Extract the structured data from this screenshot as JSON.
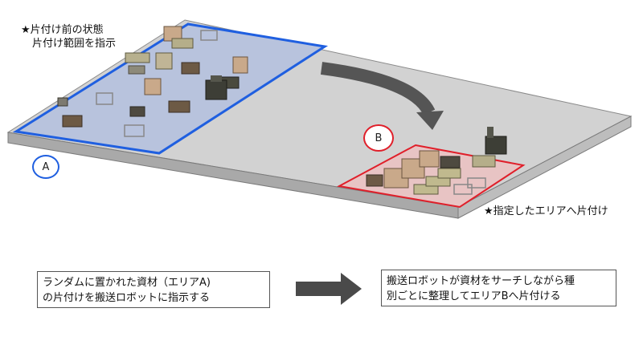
{
  "annotations": {
    "before_line1": "★片付け前の状態",
    "before_line2": "片付け範囲を指示",
    "after": "★指定したエリアへ片付け"
  },
  "zones": {
    "a_label": "A",
    "b_label": "B",
    "a_color": "#1f5fe0",
    "b_color": "#e01f2a"
  },
  "flow": {
    "step1_line1": "ランダムに置かれた資材（エリアA)",
    "step1_line2": "の片付けを搬送ロボットに指示する",
    "step2_line1": "搬送ロボットが資材をサーチしながら種",
    "step2_line2": "別ごとに整理してエリアBへ片付ける",
    "arrow_color": "#4a4a4a"
  }
}
